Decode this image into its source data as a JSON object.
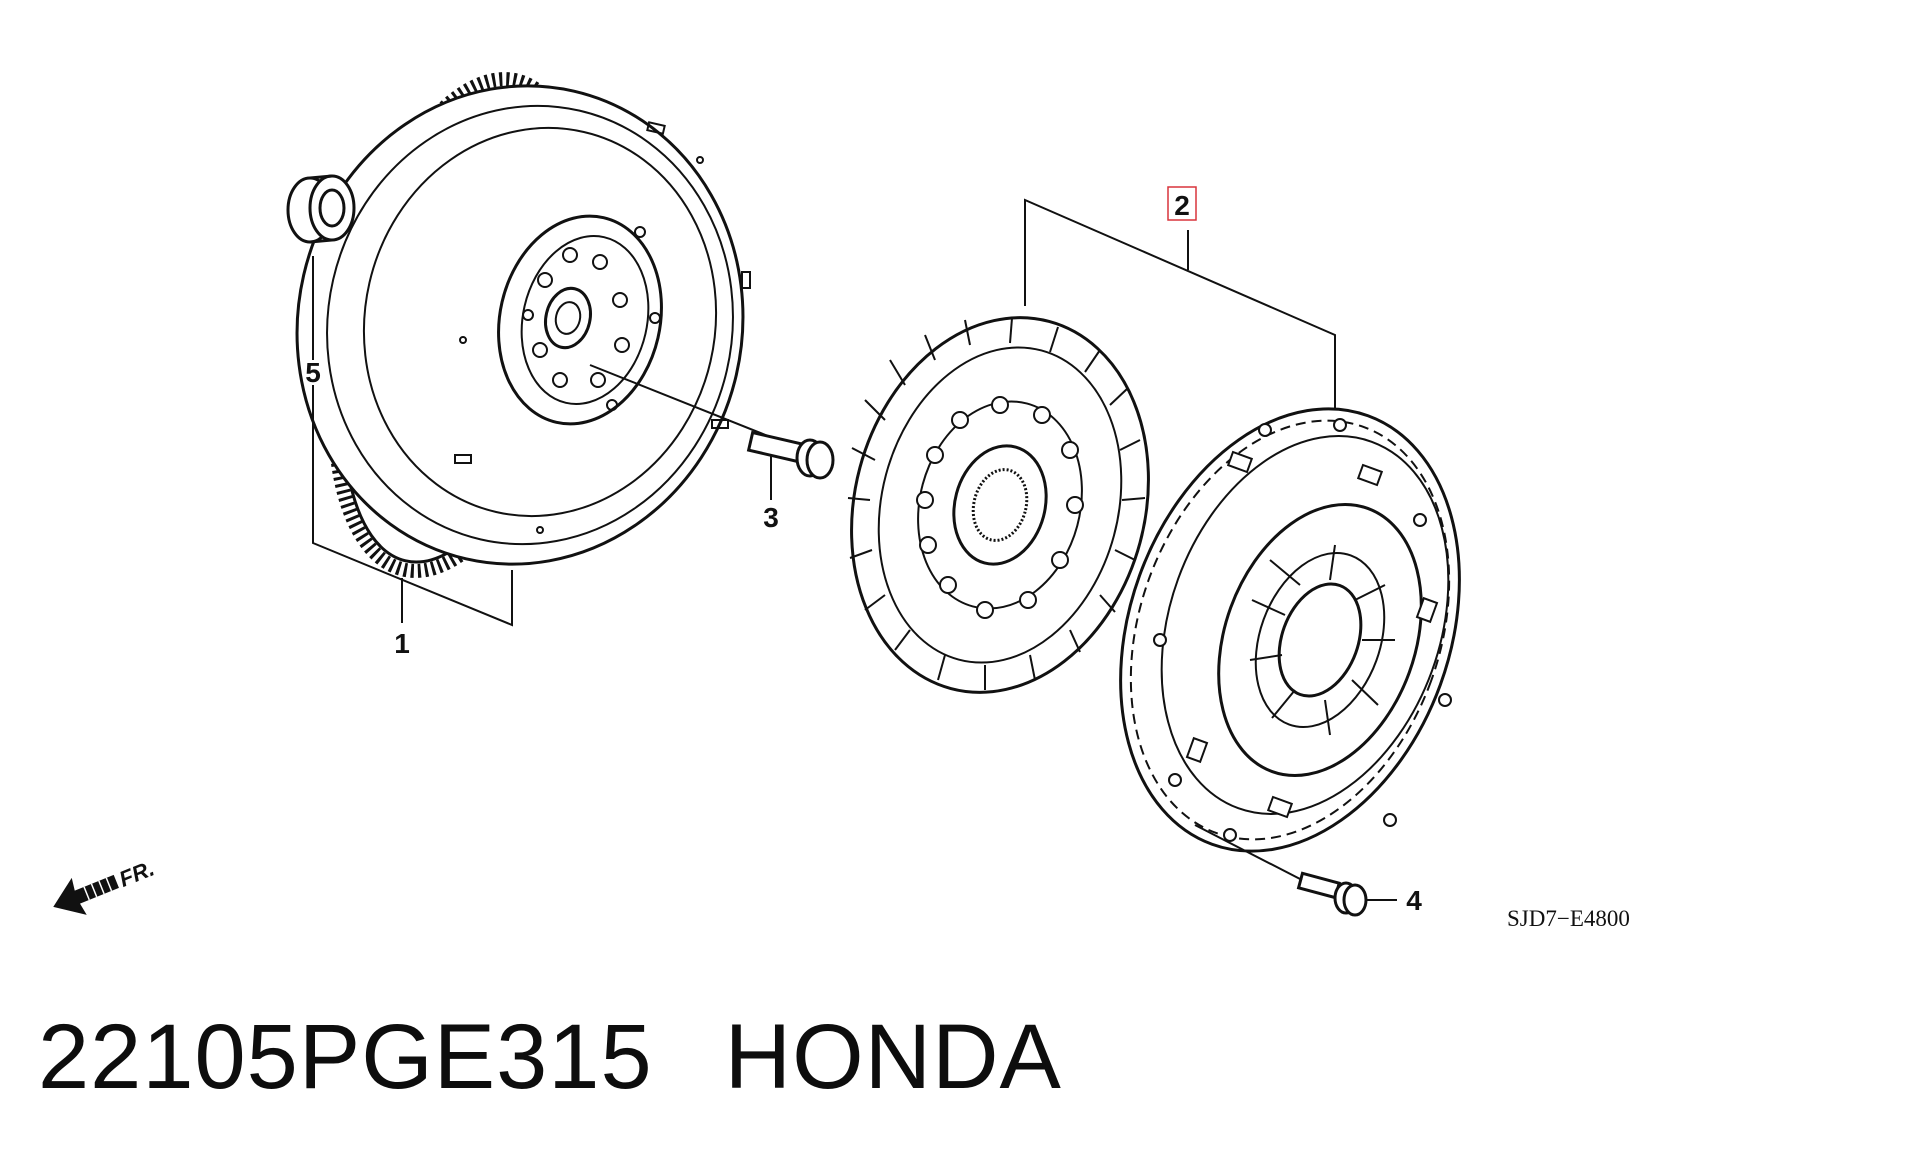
{
  "diagram": {
    "callouts": {
      "flywheel": "1",
      "clutch_kit": "2",
      "flywheel_bolt": "3",
      "cover_bolt": "4",
      "pilot_bearing": "5"
    },
    "front_indicator": "FR.",
    "drawing_number": "SJD7−E4800",
    "highlight_color": "#d9343b"
  },
  "caption": {
    "part_number": "22105PGE315",
    "brand": "HONDA"
  }
}
